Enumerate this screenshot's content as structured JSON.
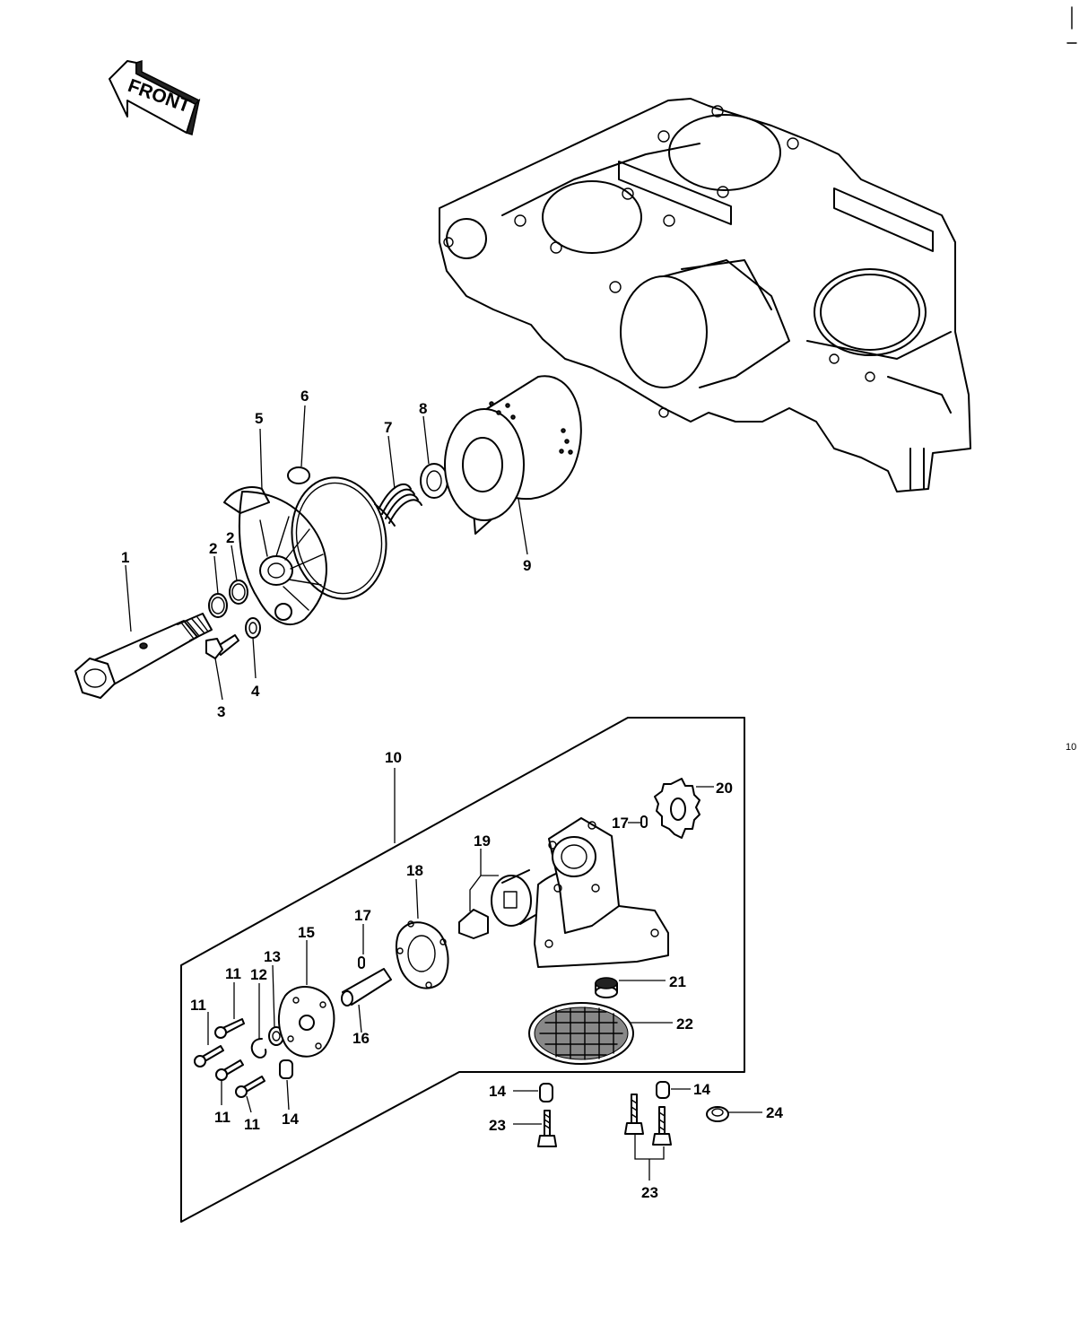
{
  "front_label": "FRONT",
  "parts": [
    {
      "id": "p1",
      "num": "1"
    },
    {
      "id": "p2a",
      "num": "2"
    },
    {
      "id": "p2b",
      "num": "2"
    },
    {
      "id": "p3",
      "num": "3"
    },
    {
      "id": "p4",
      "num": "4"
    },
    {
      "id": "p5",
      "num": "5"
    },
    {
      "id": "p6",
      "num": "6"
    },
    {
      "id": "p7",
      "num": "7"
    },
    {
      "id": "p8",
      "num": "8"
    },
    {
      "id": "p9",
      "num": "9"
    },
    {
      "id": "p10",
      "num": "10"
    },
    {
      "id": "p11a",
      "num": "11"
    },
    {
      "id": "p11b",
      "num": "11"
    },
    {
      "id": "p11c",
      "num": "11"
    },
    {
      "id": "p11d",
      "num": "11"
    },
    {
      "id": "p12",
      "num": "12"
    },
    {
      "id": "p13",
      "num": "13"
    },
    {
      "id": "p14a",
      "num": "14"
    },
    {
      "id": "p14b",
      "num": "14"
    },
    {
      "id": "p14c",
      "num": "14"
    },
    {
      "id": "p15",
      "num": "15"
    },
    {
      "id": "p16",
      "num": "16"
    },
    {
      "id": "p17a",
      "num": "17"
    },
    {
      "id": "p17b",
      "num": "17"
    },
    {
      "id": "p18",
      "num": "18"
    },
    {
      "id": "p19",
      "num": "19"
    },
    {
      "id": "p20",
      "num": "20"
    },
    {
      "id": "p21",
      "num": "21"
    },
    {
      "id": "p22",
      "num": "22"
    },
    {
      "id": "p23a",
      "num": "23"
    },
    {
      "id": "p23b",
      "num": "23"
    },
    {
      "id": "p24",
      "num": "24"
    }
  ],
  "margin_marks": [
    "10"
  ]
}
